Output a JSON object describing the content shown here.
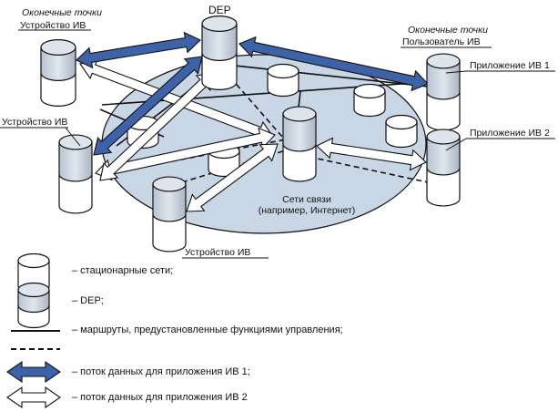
{
  "labels": {
    "endpoints_left": "Оконечные точки",
    "device_top_left": "Устройство ИВ",
    "dep_top": "DEP",
    "endpoints_right": "Оконечные точки",
    "user_right": "Пользователь ИВ",
    "app1": "Приложение ИВ 1",
    "app2": "Приложение ИВ 2",
    "device_left": "Устройство ИВ",
    "device_bottom": "Устройство ИВ",
    "network_line1": "Сети связи",
    "network_line2": "(например, Интернет)"
  },
  "legend": {
    "stationary": "– стационарные сети;",
    "dep": "– DEP;",
    "routes": "– маршруты, предустановленные функциями управления;",
    "flow1": "– поток данных для приложения ИВ 1;",
    "flow2": "– поток данных для приложения ИВ 2"
  },
  "colors": {
    "ellipse": "#c9d6e6",
    "dep_top": "#c9d4e0",
    "flow1": "#3e62a8",
    "flow2": "#ffffff",
    "line": "#111111"
  }
}
